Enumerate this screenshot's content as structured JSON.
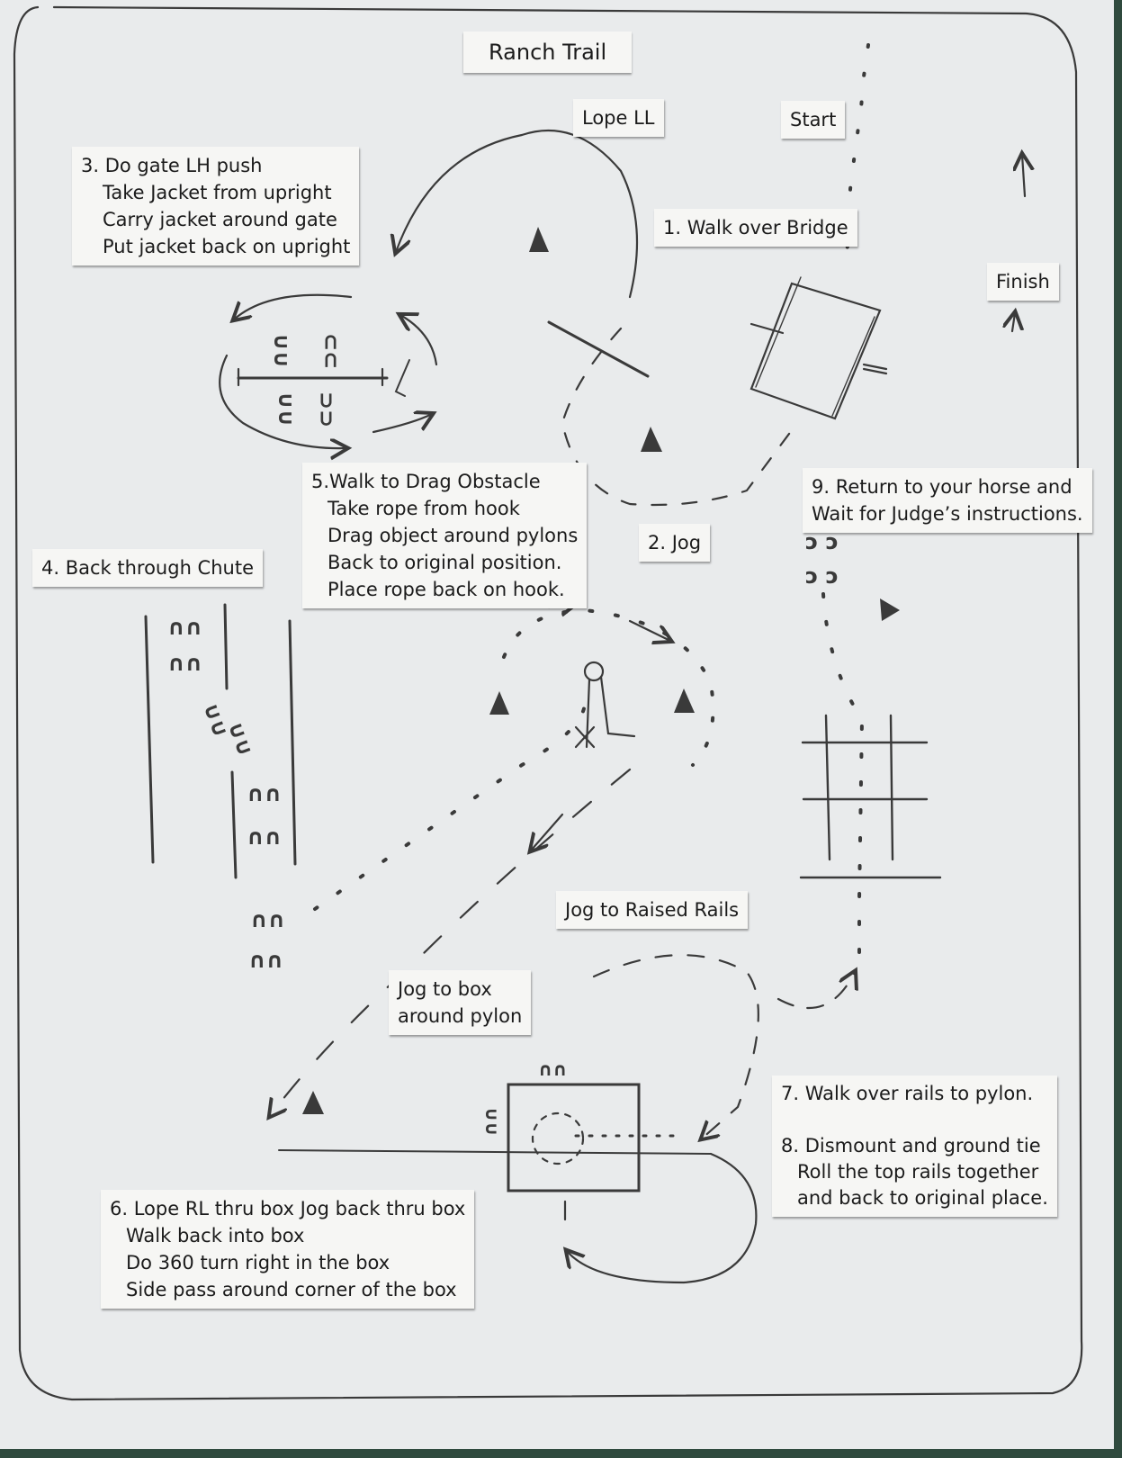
{
  "title": "Ranch Trail",
  "labels": {
    "lope_ll": "Lope LL",
    "start": "Start",
    "finish": "Finish",
    "step1": "1. Walk over Bridge",
    "step2": "2.  Jog",
    "step3": [
      "3. Do gate LH push",
      "Take Jacket from upright",
      "Carry jacket  around gate",
      "Put jacket back on upright"
    ],
    "step4": "4. Back through Chute",
    "step5": [
      "5.Walk to Drag Obstacle",
      "Take rope from hook",
      "Drag object around pylons",
      "Back to original position.",
      "Place rope back on hook."
    ],
    "step6": [
      "6. Lope RL thru box Jog back thru box",
      "Walk back into box",
      "Do 360 turn right in the box",
      "Side pass around corner of the box"
    ],
    "step7": "7. Walk over rails to pylon.",
    "step8": [
      "8. Dismount and ground tie",
      "Roll the top rails together",
      "and back to original place."
    ],
    "step9": [
      "9. Return to your horse and",
      "Wait for Judge’s instructions."
    ],
    "jog_raised_rails": "Jog to Raised Rails",
    "jog_box": [
      "Jog to box",
      "around pylon"
    ]
  },
  "icons": [
    "pylon-icon",
    "hoof-print-icon",
    "arrow-icon",
    "hook-icon"
  ],
  "colors": {
    "paper": "#e9ebec",
    "pencil": "#3a3a3a",
    "label_bg": "#f6f6f4",
    "background": "#2f4a3e"
  }
}
